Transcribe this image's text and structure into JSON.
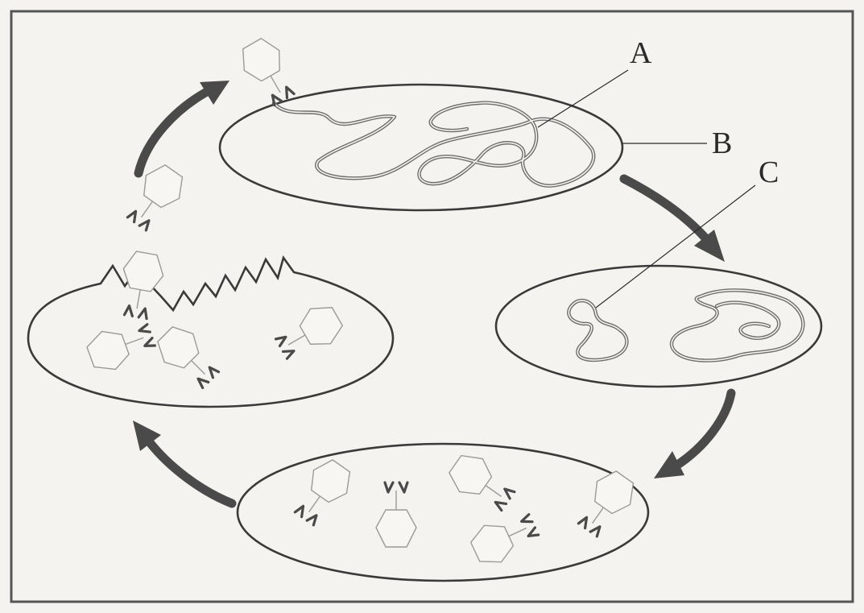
{
  "labels": {
    "a": "A",
    "b": "B",
    "c": "C"
  },
  "colors": {
    "background": "#f4f3ef",
    "outline": "#3a3a3a",
    "dna": "#6e6e6e",
    "arrow": "#4a4a4a"
  }
}
